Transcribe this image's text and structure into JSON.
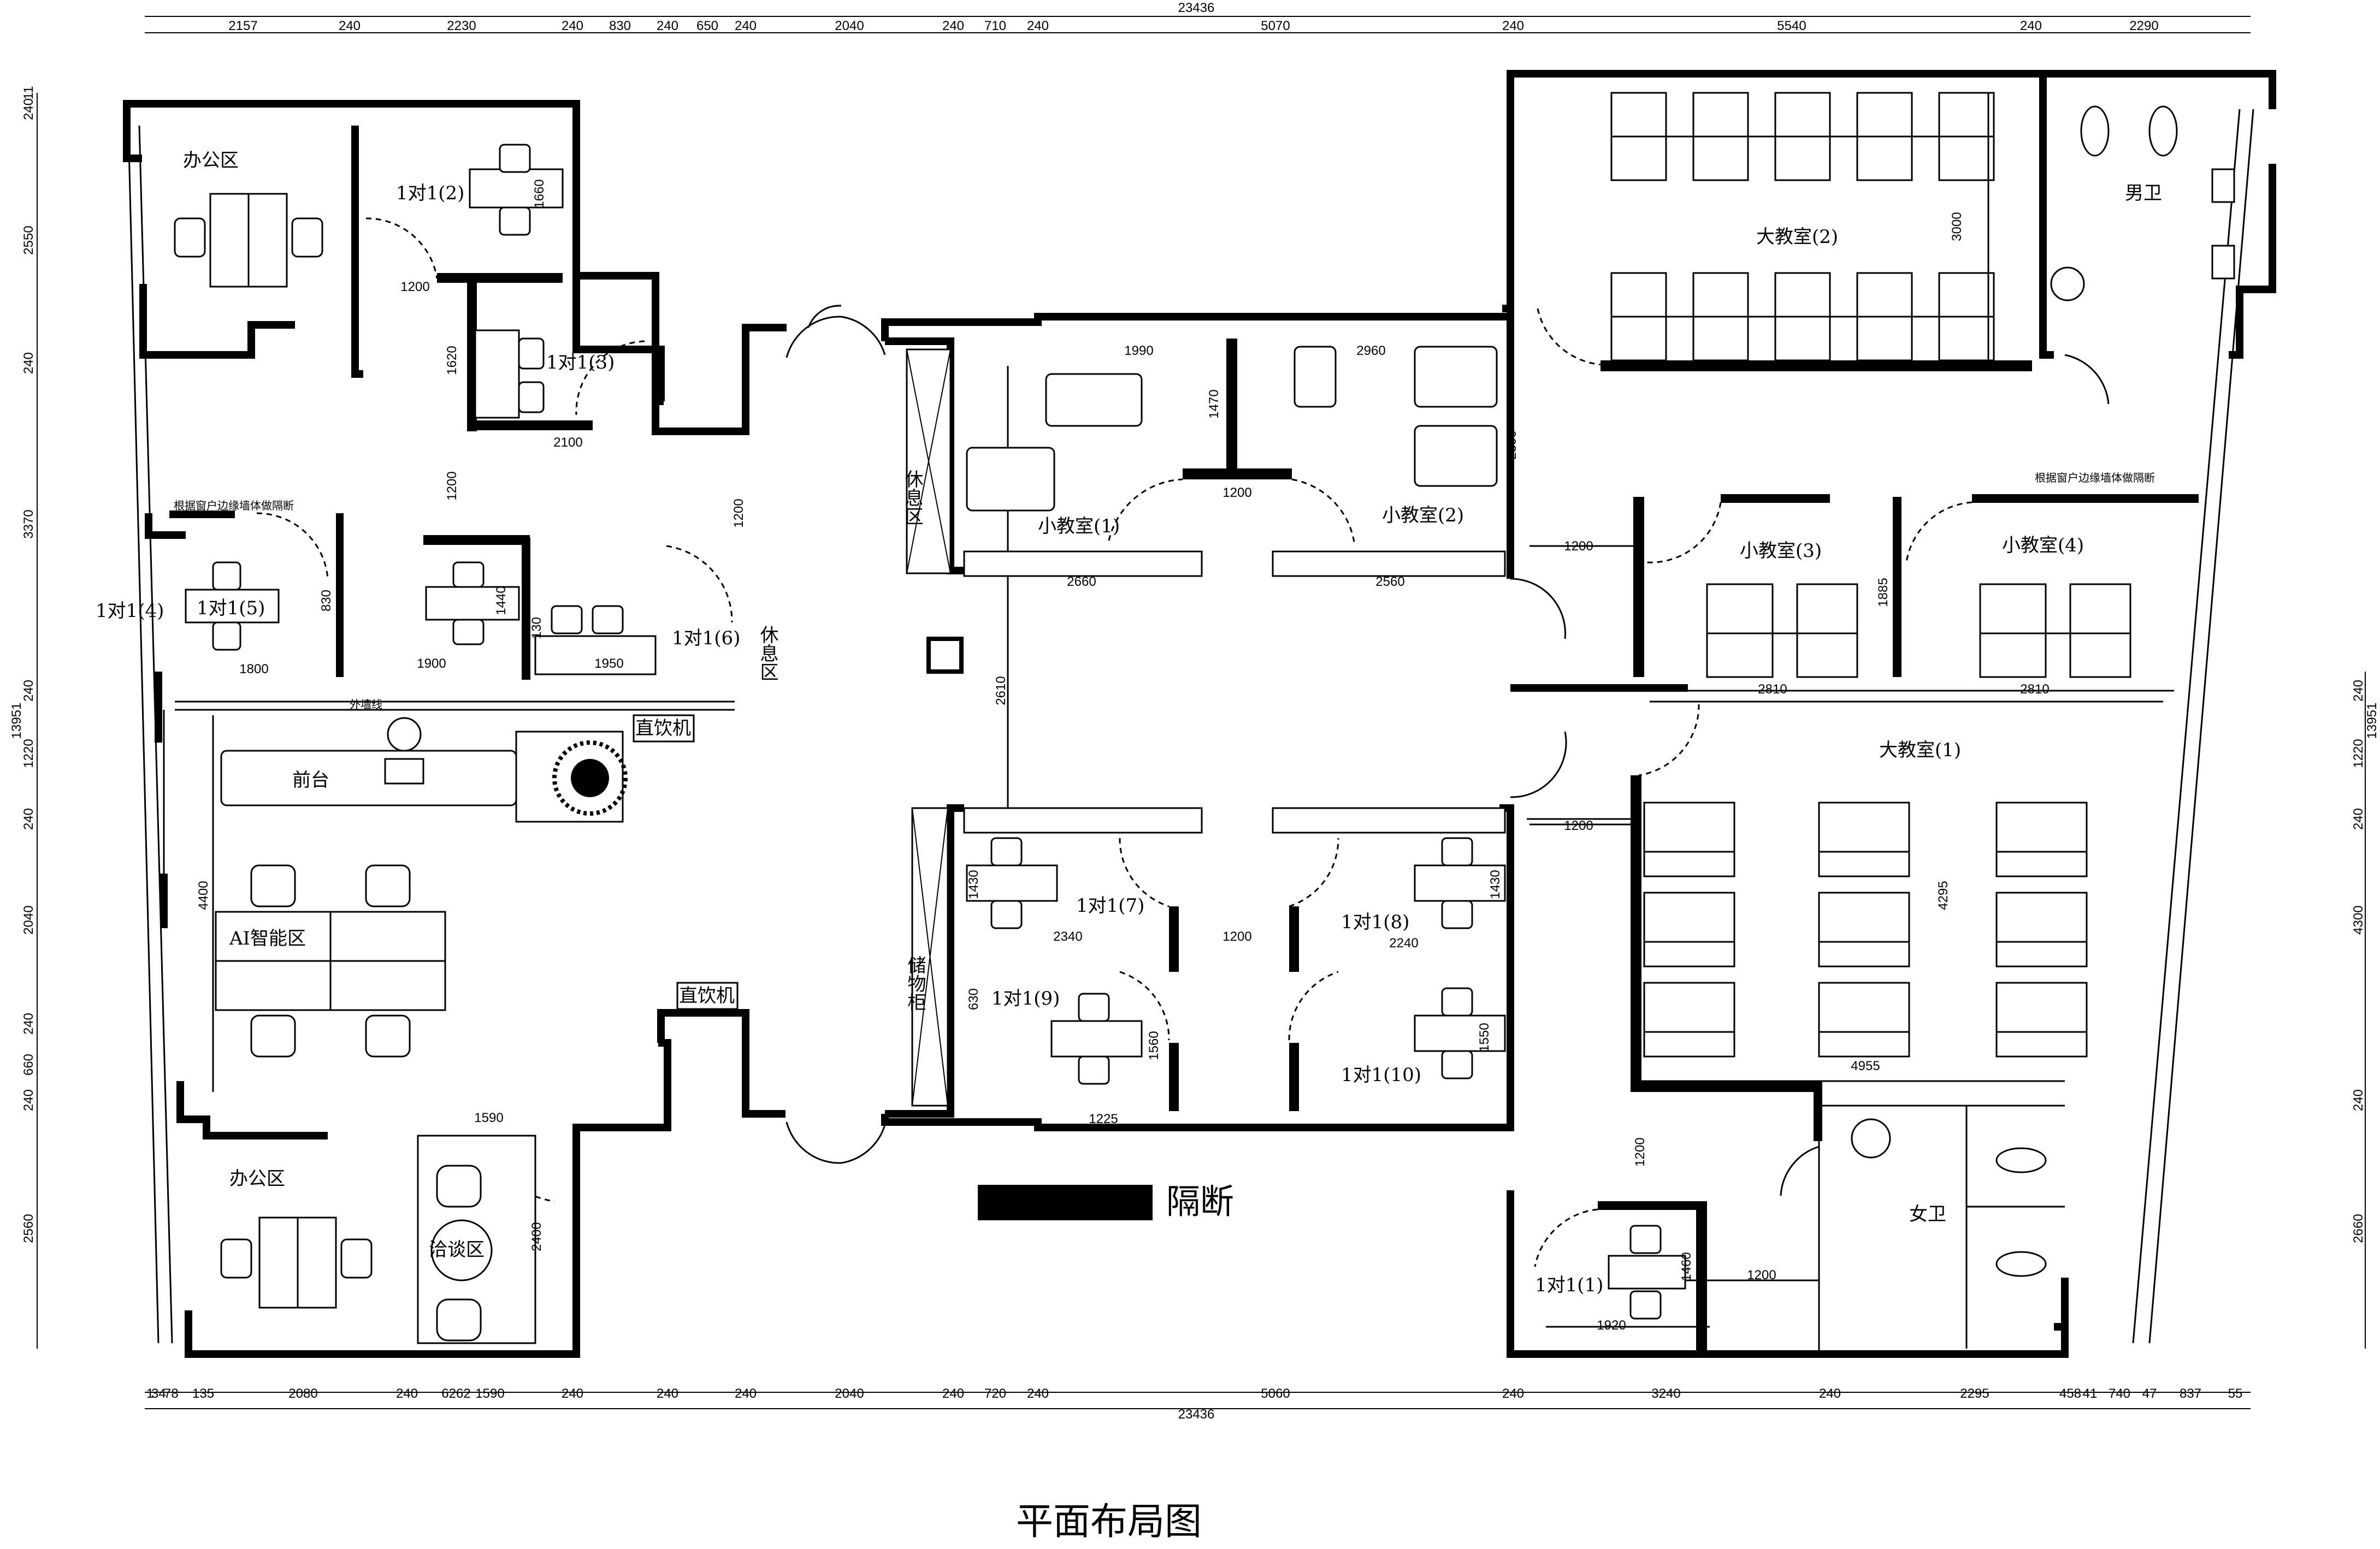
{
  "title": "平面布局图",
  "legend": {
    "label": "隔断"
  },
  "dims": {
    "total_top": "23436",
    "total_bottom": "23436",
    "top": [
      "2157",
      "240",
      "2230",
      "240",
      "830",
      "240",
      "650",
      "240",
      "2040",
      "240",
      "710",
      "240",
      "5070",
      "240",
      "5540",
      "240",
      "2290"
    ],
    "bottom": [
      "1",
      "34",
      "78",
      "135",
      "2080",
      "240",
      "6262",
      "1590",
      "240",
      "240",
      "240",
      "2040",
      "240",
      "720",
      "240",
      "5060",
      "240",
      "3240",
      "240",
      "2295",
      "458",
      "41",
      "740",
      "47",
      "837",
      "55"
    ],
    "left": [
      "240",
      "11",
      "2550",
      "240",
      "3370",
      "240",
      "1220",
      "240",
      "2040",
      "240",
      "660",
      "240",
      "2560"
    ],
    "left_total": "13951",
    "right": [
      "240",
      "1220",
      "240",
      "4300",
      "240",
      "2660"
    ],
    "right_total": "13951",
    "inner": [
      "1660",
      "1200",
      "1620",
      "2100",
      "1200",
      "1200",
      "830",
      "1800",
      "1900",
      "1440",
      "130",
      "1950",
      "1990",
      "1470",
      "2960",
      "1200",
      "2390",
      "2660",
      "2560",
      "2610",
      "1200",
      "1885",
      "2810",
      "2810",
      "1200",
      "4295",
      "4400",
      "1430",
      "2340",
      "1200",
      "2240",
      "1430",
      "630",
      "1560",
      "1225",
      "1550",
      "4955",
      "1590",
      "2400",
      "1200",
      "1460",
      "1200",
      "1920",
      "3000"
    ]
  },
  "rooms": {
    "office_top": "办公区",
    "office_bottom": "办公区",
    "one2": "1对1(2)",
    "one3": "1对1(3)",
    "one4": "1对1(4)",
    "one5": "1对1(5)",
    "one6": "1对1(6)",
    "one1": "1对1(1)",
    "one7": "1对1(7)",
    "one8": "1对1(8)",
    "one9": "1对1(9)",
    "one10": "1对1(10)",
    "rest1": "休息区",
    "rest2": "休息区",
    "small1": "小教室(1)",
    "small2": "小教室(2)",
    "small3": "小教室(3)",
    "small4": "小教室(4)",
    "big1": "大教室(1)",
    "big2": "大教室(2)",
    "men": "男卫",
    "women": "女卫",
    "reception": "前台",
    "ai": "AI智能区",
    "negotiation": "洽谈区",
    "storage": "储物柜",
    "water1": "直饮机",
    "water2": "直饮机",
    "note1": "根据窗户边缘墙体做隔断",
    "note2": "根据窗户边缘墙体做隔断",
    "wall_note": "外墙线"
  }
}
